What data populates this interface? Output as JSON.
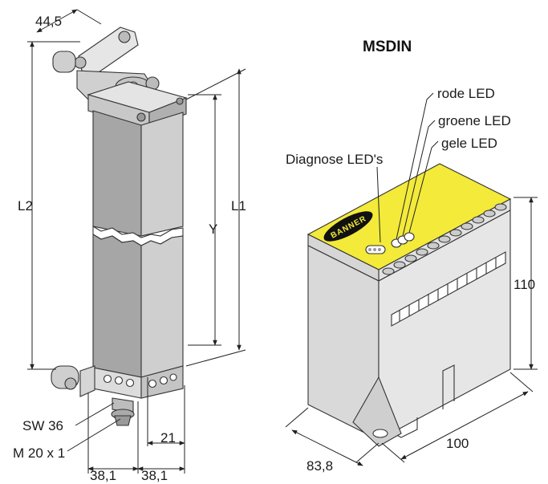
{
  "title": "MSDIN",
  "sensor_labels": {
    "width_top": "44,5",
    "height_l2": "L2",
    "height_y": "Y",
    "height_l1": "L1",
    "wrench": "SW 36",
    "thread": "M 20 x 1",
    "depth_21": "21",
    "width_left": "38,1",
    "width_right": "38,1"
  },
  "module_labels": {
    "led_red": "rode LED",
    "led_green": "groene LED",
    "led_yellow": "gele LED",
    "diagnose": "Diagnose LED's",
    "height": "110",
    "depth": "83,8",
    "width": "100"
  },
  "brand": "BANNER",
  "colors": {
    "panel_yellow": "#f3ea3a",
    "housing_gray": "#d9d9d9",
    "bar_gray": "#9a9a9a",
    "line": "#222222"
  }
}
